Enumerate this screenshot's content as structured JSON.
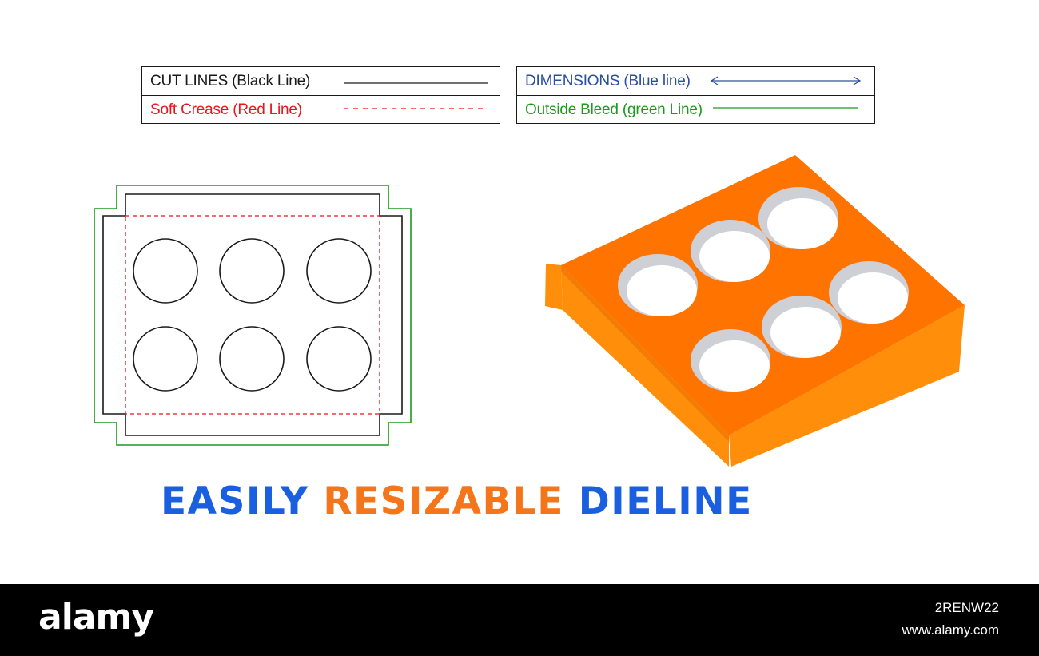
{
  "legend": {
    "cut_lines": {
      "label": "CUT LINES (Black Line)",
      "color": "#1a1a1a"
    },
    "soft_crease": {
      "label": "Soft Crease (Red Line)",
      "color": "#e8141e"
    },
    "dimensions": {
      "label": "DIMENSIONS (Blue line)",
      "color": "#2a4f9e"
    },
    "outside_bleed": {
      "label": "Outside Bleed (green Line)",
      "color": "#1c9a1c"
    }
  },
  "box_illustration": {
    "top_color": "#ff7300",
    "side_color": "#ff8f0a",
    "hole_count": 6
  },
  "tagline": {
    "word1": "EASILY",
    "word2": "RESIZABLE",
    "word3": "DIELINE",
    "blue": "#1a5fe0",
    "orange": "#f5761a"
  },
  "footer": {
    "logo": "alamy",
    "image_id": "2RENW22",
    "url": "www.alamy.com"
  }
}
